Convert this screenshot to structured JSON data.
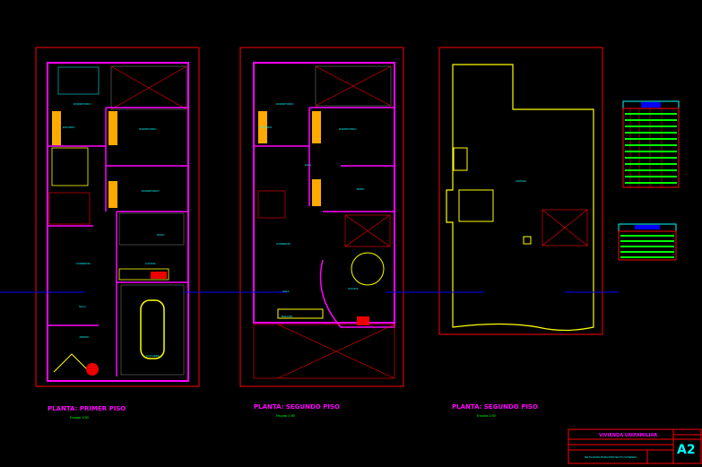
{
  "plans": [
    {
      "title": "PLANTA: PRIMER PISO",
      "scale": "Escala 1:50",
      "rooms": [
        "DORMITORIO",
        "ESTUDIO",
        "DORMITORIO",
        "DORMITORIO",
        "PATIO",
        "COMEDOR",
        "COCINA",
        "SALA",
        "COCHERA",
        "JARDIN"
      ]
    },
    {
      "title": "PLANTA: SEGUNDO PISO",
      "scale": "Escala 1:50",
      "rooms": [
        "DORMITORIO",
        "ESTUDIO",
        "DORMITORIO",
        "HALL",
        "BAÑO",
        "COMEDOR",
        "SALA",
        "COCINA",
        "BALCON"
      ]
    },
    {
      "title": "PLANTA: SEGUNDO PISO",
      "scale": "Escala 1:50",
      "rooms": [
        "AZOTEA"
      ]
    }
  ],
  "title_block": {
    "project": "VIVIENDA UNIFAMILIAR",
    "sheet": "A2",
    "author": "DE PLANOS PARA PROYECTO VIVIENDA"
  },
  "colors": {
    "wall": "#ff00ff",
    "dim": "#ff0000",
    "furniture": "#ffff00",
    "text": "#00ffff",
    "label": "#00ff00",
    "axis": "#0000ff"
  }
}
